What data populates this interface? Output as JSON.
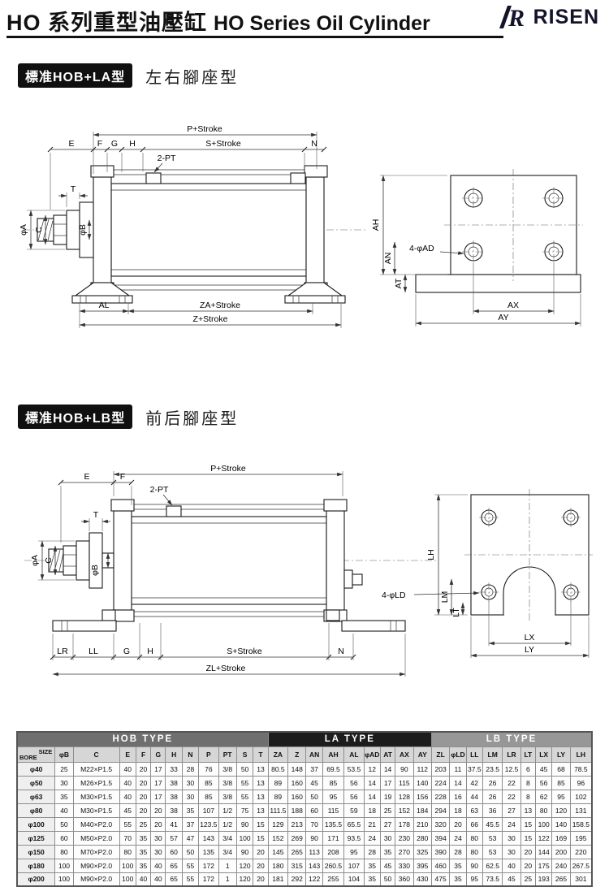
{
  "header": {
    "title_zh": "HO 系列重型油壓缸",
    "title_en": "HO Series Oil Cylinder",
    "brand": "RISEN"
  },
  "sections": {
    "la": {
      "badge": "標准HOB+LA型",
      "subtitle": "左右腳座型"
    },
    "lb": {
      "badge": "標准HOB+LB型",
      "subtitle": "前后腳座型"
    }
  },
  "drawing1": {
    "p_stroke": "P+Stroke",
    "s_stroke": "S+Stroke",
    "port": "2-PT",
    "e": "E",
    "f": "F",
    "g": "G",
    "h": "H",
    "n": "N",
    "t": "T",
    "phi_a": "φA",
    "c": "C",
    "phi_b": "φB",
    "al": "AL",
    "za_stroke": "ZA+Stroke",
    "z_stroke": "Z+Stroke",
    "ah": "AH",
    "an": "AN",
    "at": "AT",
    "ad": "4-φAD",
    "ax": "AX",
    "ay": "AY"
  },
  "drawing2": {
    "p_stroke": "P+Stroke",
    "port": "2-PT",
    "e": "E",
    "f": "F",
    "t": "T",
    "phi_a": "φA",
    "c": "C",
    "phi_b": "φB",
    "lr": "LR",
    "ll": "LL",
    "g": "G",
    "h": "H",
    "s_stroke": "S+Stroke",
    "n": "N",
    "zl_stroke": "ZL+Stroke",
    "lh": "LH",
    "lm": "LM",
    "lt": "LT",
    "ld": "4-φLD",
    "lx": "LX",
    "ly": "LY"
  },
  "table": {
    "corner": {
      "top": "SIZE",
      "bottom": "BORE"
    },
    "groups": [
      {
        "label": "HOB TYPE",
        "span": 12
      },
      {
        "label": "LA TYPE",
        "span": 9
      },
      {
        "label": "LB TYPE",
        "span": 9
      }
    ],
    "columns": [
      "φB",
      "C",
      "E",
      "F",
      "G",
      "H",
      "N",
      "P",
      "PT",
      "S",
      "T",
      "ZA",
      "Z",
      "AN",
      "AH",
      "AL",
      "φAD",
      "AT",
      "AX",
      "AY",
      "ZL",
      "φLD",
      "LL",
      "LM",
      "LR",
      "LT",
      "LX",
      "LY",
      "LH"
    ],
    "rows": [
      {
        "bore": "φ40",
        "values": [
          "25",
          "M22×P1.5",
          "40",
          "20",
          "17",
          "33",
          "28",
          "76",
          "3/8",
          "50",
          "13",
          "80.5",
          "148",
          "37",
          "69.5",
          "53.5",
          "12",
          "14",
          "90",
          "112",
          "203",
          "11",
          "37.5",
          "23.5",
          "12.5",
          "6",
          "45",
          "68",
          "78.5"
        ]
      },
      {
        "bore": "φ50",
        "values": [
          "30",
          "M26×P1.5",
          "40",
          "20",
          "17",
          "38",
          "30",
          "85",
          "3/8",
          "55",
          "13",
          "89",
          "160",
          "45",
          "85",
          "56",
          "14",
          "17",
          "115",
          "140",
          "224",
          "14",
          "42",
          "26",
          "22",
          "8",
          "56",
          "85",
          "96"
        ]
      },
      {
        "bore": "φ63",
        "values": [
          "35",
          "M30×P1.5",
          "40",
          "20",
          "17",
          "38",
          "30",
          "85",
          "3/8",
          "55",
          "13",
          "89",
          "160",
          "50",
          "95",
          "56",
          "14",
          "19",
          "128",
          "156",
          "228",
          "16",
          "44",
          "26",
          "22",
          "8",
          "62",
          "95",
          "102"
        ]
      },
      {
        "bore": "φ80",
        "values": [
          "40",
          "M30×P1.5",
          "45",
          "20",
          "20",
          "38",
          "35",
          "107",
          "1/2",
          "75",
          "13",
          "111.5",
          "188",
          "60",
          "115",
          "59",
          "18",
          "25",
          "152",
          "184",
          "294",
          "18",
          "63",
          "36",
          "27",
          "13",
          "80",
          "120",
          "131"
        ]
      },
      {
        "bore": "φ100",
        "values": [
          "50",
          "M40×P2.0",
          "55",
          "25",
          "20",
          "41",
          "37",
          "123.5",
          "1/2",
          "90",
          "15",
          "129",
          "213",
          "70",
          "135.5",
          "65.5",
          "21",
          "27",
          "178",
          "210",
          "320",
          "20",
          "66",
          "45.5",
          "24",
          "15",
          "100",
          "140",
          "158.5"
        ]
      },
      {
        "bore": "φ125",
        "values": [
          "60",
          "M50×P2.0",
          "70",
          "35",
          "30",
          "57",
          "47",
          "143",
          "3/4",
          "100",
          "15",
          "152",
          "269",
          "90",
          "171",
          "93.5",
          "24",
          "30",
          "230",
          "280",
          "394",
          "24",
          "80",
          "53",
          "30",
          "15",
          "122",
          "169",
          "195"
        ]
      },
      {
        "bore": "φ150",
        "values": [
          "80",
          "M70×P2.0",
          "80",
          "35",
          "30",
          "60",
          "50",
          "135",
          "3/4",
          "90",
          "20",
          "145",
          "265",
          "113",
          "208",
          "95",
          "28",
          "35",
          "270",
          "325",
          "390",
          "28",
          "80",
          "53",
          "30",
          "20",
          "144",
          "200",
          "220"
        ]
      },
      {
        "bore": "φ180",
        "values": [
          "100",
          "M90×P2.0",
          "100",
          "35",
          "40",
          "65",
          "55",
          "172",
          "1",
          "120",
          "20",
          "180",
          "315",
          "143",
          "260.5",
          "107",
          "35",
          "45",
          "330",
          "395",
          "460",
          "35",
          "90",
          "62.5",
          "40",
          "20",
          "175",
          "240",
          "267.5"
        ]
      },
      {
        "bore": "φ200",
        "values": [
          "100",
          "M90×P2.0",
          "100",
          "40",
          "40",
          "65",
          "55",
          "172",
          "1",
          "120",
          "20",
          "181",
          "292",
          "122",
          "255",
          "104",
          "35",
          "50",
          "360",
          "430",
          "475",
          "35",
          "95",
          "73.5",
          "45",
          "25",
          "193",
          "265",
          "301"
        ]
      }
    ]
  }
}
